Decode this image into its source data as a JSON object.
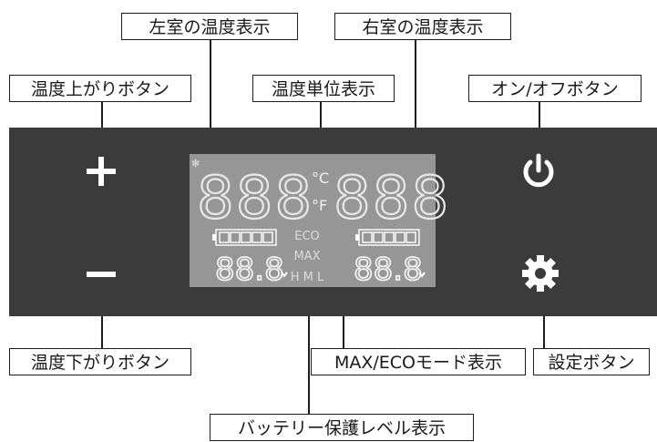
{
  "labels": {
    "left_temp": "左室の温度表示",
    "right_temp": "右室の温度表示",
    "temp_up": "温度上がりボタン",
    "temp_unit": "温度単位表示",
    "power": "オン/オフボタン",
    "temp_down": "温度下がりボタン",
    "mode": "MAX/ECOモード表示",
    "settings": "設定ボタン",
    "battery": "バッテリー保護レベル表示"
  },
  "display": {
    "main_left": "888",
    "main_right": "888",
    "unit_c": "°C",
    "unit_f": "°F",
    "sub_left": "88.8",
    "sub_right": "88.8",
    "eco": "ECO",
    "max": "MAX",
    "hml": "H M L"
  },
  "colors": {
    "panel": "#3b3b3b",
    "lcd": "#969696",
    "icon": "#ffffff"
  }
}
